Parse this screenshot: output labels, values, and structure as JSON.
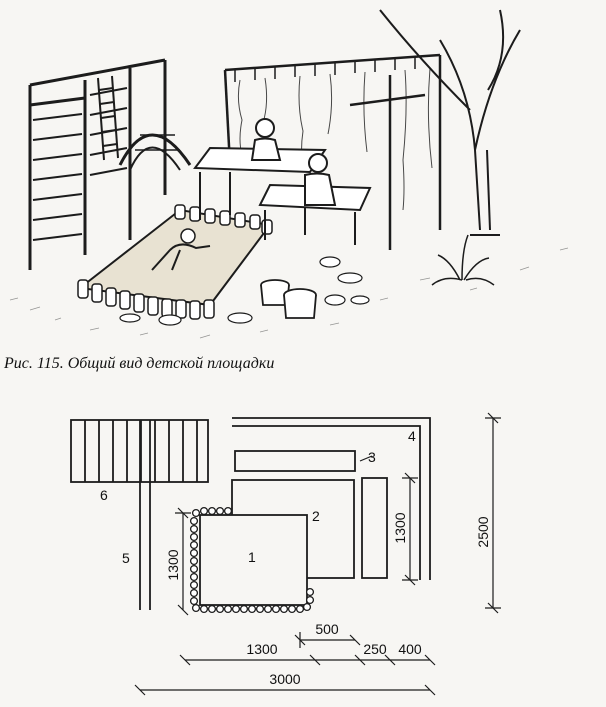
{
  "figure": {
    "caption": "Рис. 115. Общий вид детской площадки"
  },
  "plan": {
    "labels": {
      "sandbox": "1",
      "table": "2",
      "bench_top": "3",
      "pergola": "4",
      "climbing_wall": "5",
      "ladder": "6"
    },
    "dimensions": {
      "sandbox_side": "1300",
      "total_depth": "2500",
      "pergola_depth": "1300",
      "gap_500": "500",
      "sandbox_width": "1300",
      "gap_250": "250",
      "gap_400": "400",
      "total_width": "3000"
    }
  },
  "colors": {
    "ink": "#1c1c1c",
    "paper": "#f7f6f3",
    "sand": "#e4dfd2"
  }
}
